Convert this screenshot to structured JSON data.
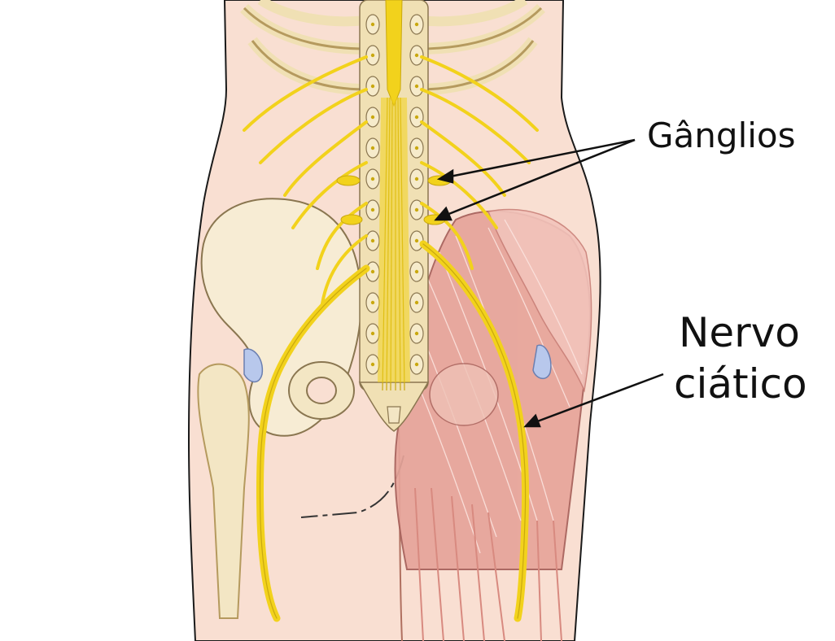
{
  "labels": {
    "ganglia": "Gânglios",
    "sciatic_line1": "Nervo",
    "sciatic_line2": "ciático"
  },
  "colors": {
    "skin": "#f9dfd2",
    "skin_outline": "#1a1a1a",
    "bone": "#f3e6c4",
    "bone_shade": "#e8d3a0",
    "nerve": "#f2d21c",
    "nerve_dark": "#c9a80f",
    "muscle": "#e6a49a",
    "muscle_light": "#f2c4bb",
    "cartilage": "#b8c8ec"
  }
}
